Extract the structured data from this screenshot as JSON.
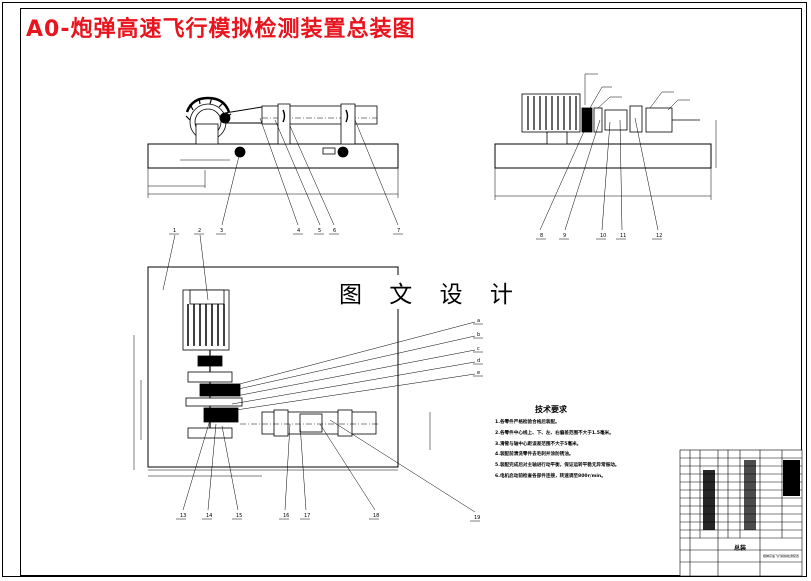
{
  "title": "A0-炮弹高速飞行模拟检测装置总装图",
  "watermark": "图 文 设 计",
  "tech_requirements": {
    "heading": "技术要求",
    "items": [
      "1.各零件严格检验合格后装配。",
      "2.各零件中心线上、下、左、右偏差范围不大于1.5毫米。",
      "3.滑管与轴中心距误差范围不大于5毫米。",
      "4.装配前清洗零件去毛刺并涂防锈油。",
      "5.装配完成后对主轴进行动平衡，保证运转平稳无异常振动。",
      "6.电机启动前检查各部件连接，转速调至800r/min。"
    ]
  },
  "part_labels_top_left": [
    "1",
    "2",
    "3",
    "4",
    "5",
    "6",
    "7"
  ],
  "part_labels_top_right": [
    "8",
    "9",
    "10",
    "11",
    "12"
  ],
  "part_labels_plan_bottom": [
    "13",
    "14",
    "15",
    "16",
    "17",
    "18",
    "19"
  ],
  "part_labels_plan_right": [
    "a",
    "b",
    "c",
    "d",
    "e"
  ],
  "title_block": {
    "label": "总装",
    "drawing_name": "炮弹高速飞行模拟检测装置"
  }
}
